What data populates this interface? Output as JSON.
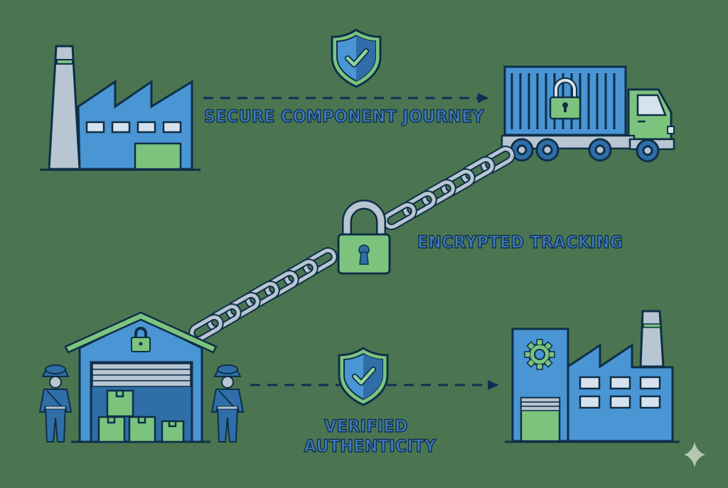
{
  "diagram": {
    "title": "Secure supply chain illustration",
    "labels": {
      "journey": "Secure Component Journey",
      "tracking": "Encrypted Tracking",
      "verified": "Verified Authenticity"
    },
    "nodes": [
      {
        "id": "source-factory",
        "icon": "factory-icon",
        "position": "top-left"
      },
      {
        "id": "transport-truck",
        "icon": "truck-icon",
        "position": "top-right",
        "feature": "lock-icon"
      },
      {
        "id": "secure-warehouse",
        "icon": "warehouse-icon",
        "position": "bottom-left",
        "feature": "lock-icon",
        "guards": 2
      },
      {
        "id": "destination-factory",
        "icon": "factory-gear-icon",
        "position": "bottom-right"
      }
    ],
    "edges": [
      {
        "from": "source-factory",
        "to": "transport-truck",
        "style": "dashed-arrow",
        "badge": "shield-check-icon",
        "label": "journey"
      },
      {
        "from": "transport-truck",
        "to": "secure-warehouse",
        "style": "chain",
        "badge": "padlock-icon",
        "label": "tracking"
      },
      {
        "from": "secure-warehouse",
        "to": "destination-factory",
        "style": "dashed-arrow",
        "badge": "shield-check-icon",
        "label": "verified"
      }
    ],
    "colors": {
      "background": "#4a7550",
      "primary_blue": "#4a95d4",
      "dark_blue": "#2f6ea8",
      "outline": "#0f2f48",
      "accent_green": "#7cc47e",
      "light_gray": "#b8c6d2",
      "window": "#d6e2ee"
    }
  }
}
